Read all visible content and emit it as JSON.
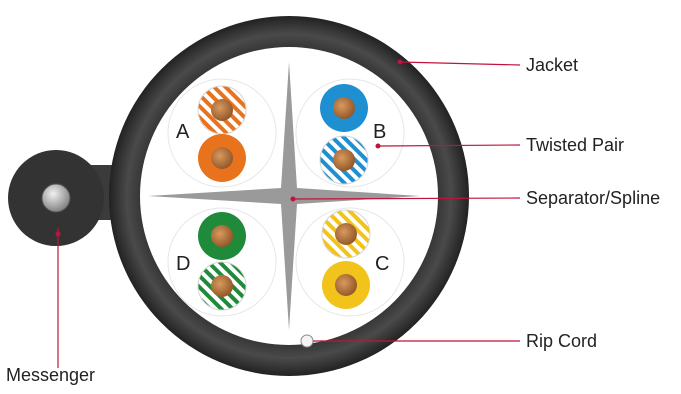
{
  "callouts": {
    "jacket": "Jacket",
    "twisted_pair": "Twisted Pair",
    "separator": "Separator/Spline",
    "rip_cord": "Rip Cord",
    "messenger": "Messenger"
  },
  "pair_letters": {
    "a": "A",
    "b": "B",
    "c": "C",
    "d": "D"
  },
  "colors": {
    "jacket": "#3b3b3b",
    "spline": "#9a9a9a",
    "leader_line": "#c0143c",
    "orange": "#e8731c",
    "blue": "#1e8fd0",
    "green": "#1f8a3a",
    "yellow": "#f2c31a",
    "copper": "#b8703a"
  },
  "pairs": [
    {
      "letter": "A",
      "color": "orange",
      "wires": [
        "striped",
        "solid"
      ]
    },
    {
      "letter": "B",
      "color": "blue",
      "wires": [
        "solid",
        "striped"
      ]
    },
    {
      "letter": "D",
      "color": "green",
      "wires": [
        "solid",
        "striped"
      ]
    },
    {
      "letter": "C",
      "color": "yellow",
      "wires": [
        "striped",
        "solid"
      ]
    }
  ]
}
